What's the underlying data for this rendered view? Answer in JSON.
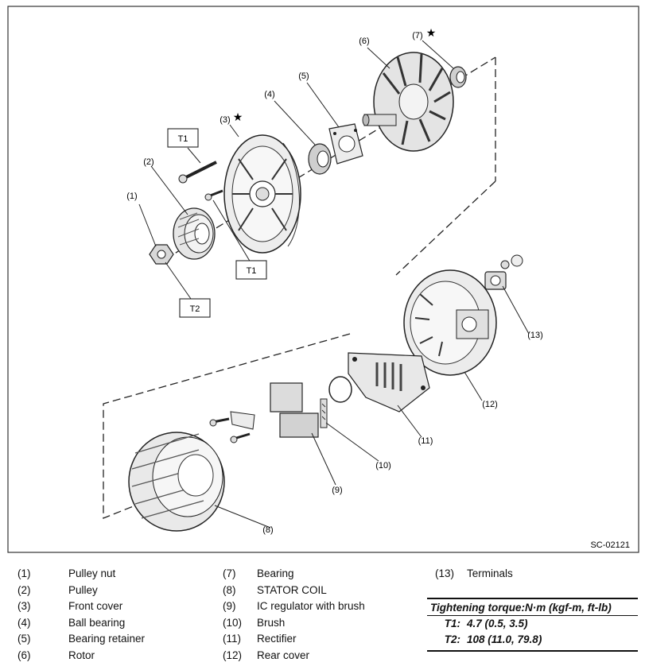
{
  "diagram": {
    "figure_id": "SC-02121",
    "callouts": [
      "(1)",
      "(2)",
      "(3)",
      "(4)",
      "(5)",
      "(6)",
      "(7)",
      "(8)",
      "(9)",
      "(10)",
      "(11)",
      "(12)",
      "(13)"
    ],
    "torque_tags": [
      "T1",
      "T1",
      "T2"
    ],
    "star_symbol": "★"
  },
  "legend": {
    "col1": [
      {
        "num": "(1)",
        "label": "Pulley nut"
      },
      {
        "num": "(2)",
        "label": "Pulley"
      },
      {
        "num": "(3)",
        "label": "Front cover"
      },
      {
        "num": "(4)",
        "label": "Ball bearing"
      },
      {
        "num": "(5)",
        "label": "Bearing retainer"
      },
      {
        "num": "(6)",
        "label": "Rotor"
      }
    ],
    "col2": [
      {
        "num": "(7)",
        "label": "Bearing"
      },
      {
        "num": "(8)",
        "label": "STATOR COIL"
      },
      {
        "num": "(9)",
        "label": "IC regulator with brush"
      },
      {
        "num": "(10)",
        "label": "Brush"
      },
      {
        "num": "(11)",
        "label": "Rectifier"
      },
      {
        "num": "(12)",
        "label": "Rear cover"
      }
    ],
    "col3": [
      {
        "num": "(13)",
        "label": "Terminals"
      }
    ]
  },
  "torque": {
    "title": "Tightening torque:N·m (kgf-m, ft-lb)",
    "rows": [
      {
        "key": "T1:",
        "value": "4.7 (0.5, 3.5)"
      },
      {
        "key": "T2:",
        "value": "108 (11.0, 79.8)"
      }
    ]
  }
}
